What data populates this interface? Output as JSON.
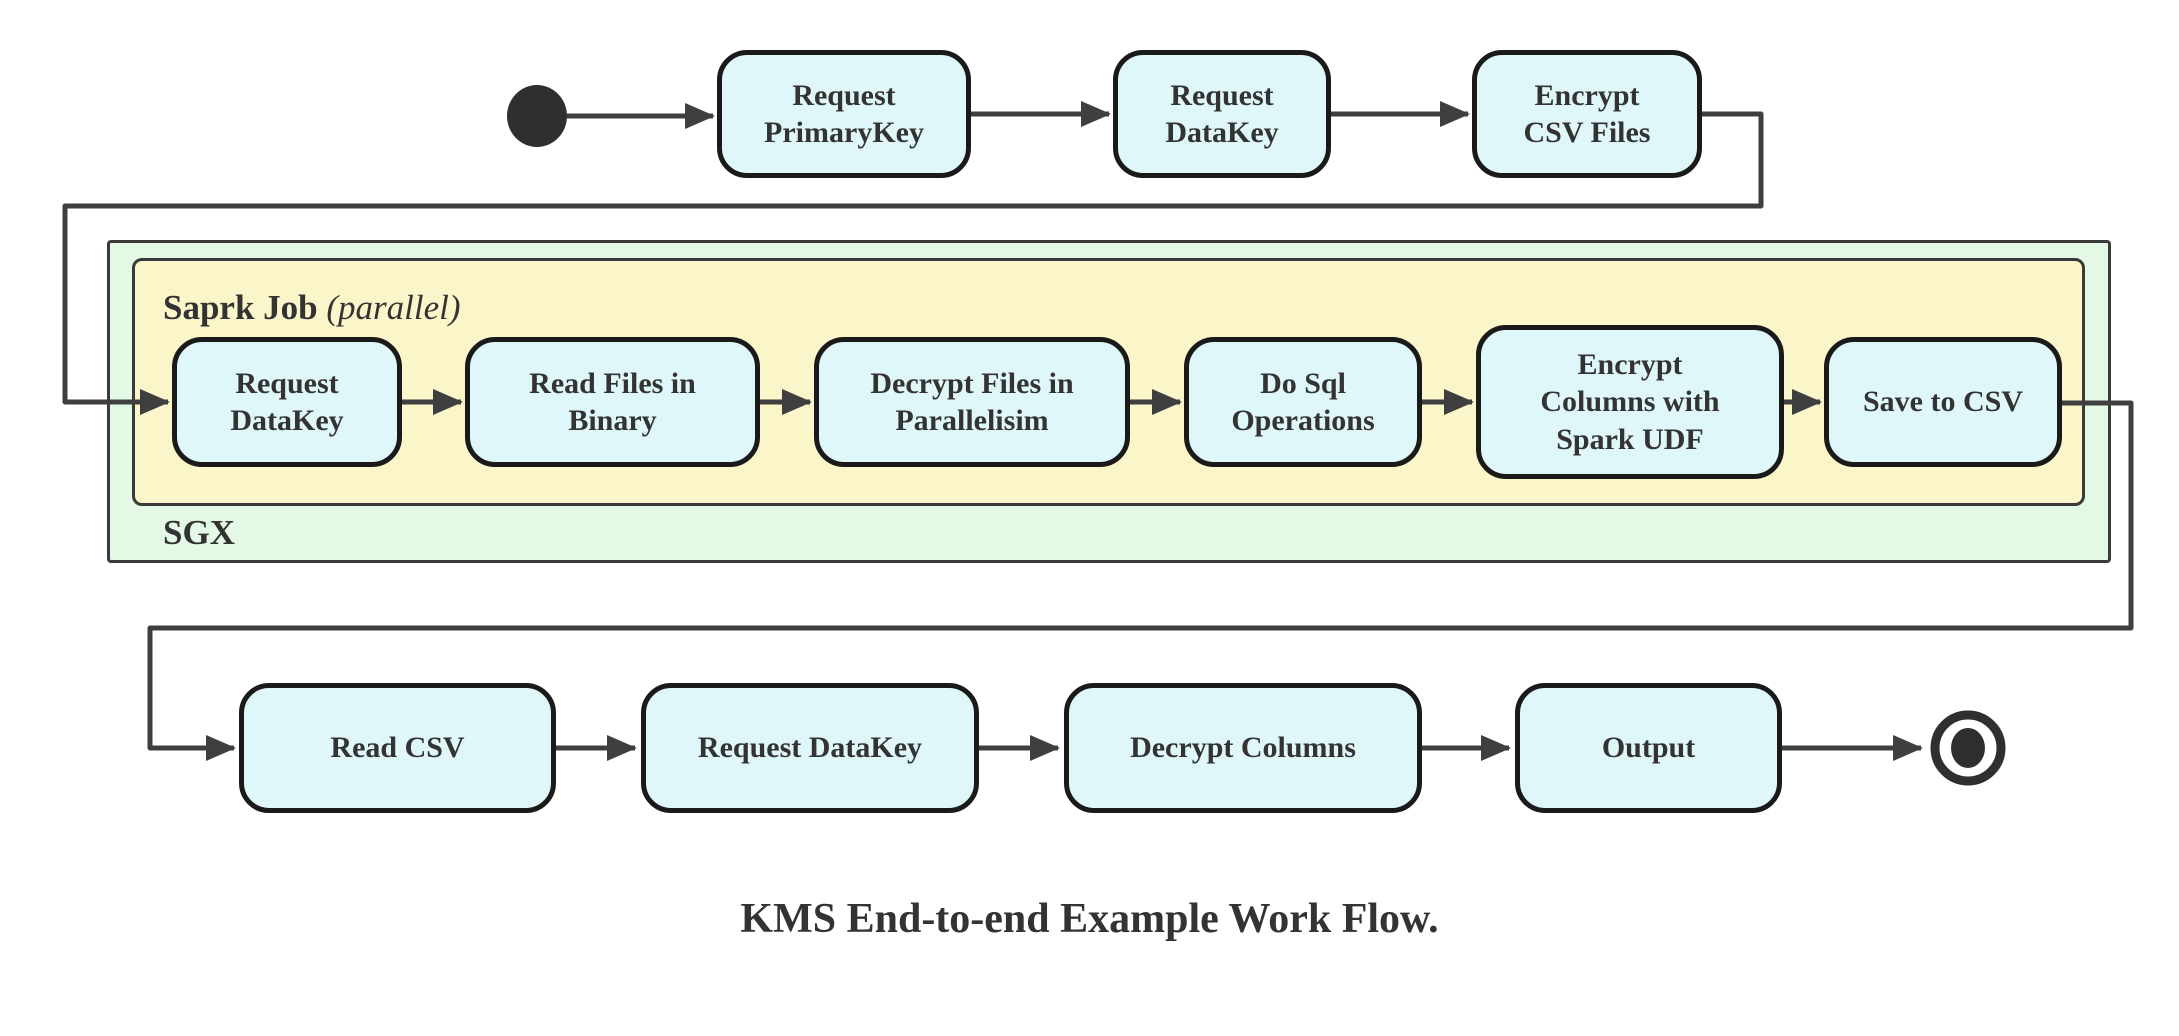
{
  "diagram": {
    "caption": "KMS End-to-end Example Work Flow.",
    "containers": {
      "spark_job": {
        "label": "Saprk Job",
        "qualifier": "(parallel)"
      },
      "sgx": {
        "label": "SGX"
      }
    },
    "nodes": {
      "top": [
        {
          "label": "Request\nPrimaryKey"
        },
        {
          "label": "Request\nDataKey"
        },
        {
          "label": "Encrypt\nCSV Files"
        }
      ],
      "sgx_row": [
        {
          "label": "Request\nDataKey"
        },
        {
          "label": "Read Files in\nBinary"
        },
        {
          "label": "Decrypt Files in\nParallelisim"
        },
        {
          "label": "Do Sql\nOperations"
        },
        {
          "label": "Encrypt\nColumns with\nSpark UDF"
        },
        {
          "label": "Save to CSV"
        }
      ],
      "bottom": [
        {
          "label": "Read CSV"
        },
        {
          "label": "Request DataKey"
        },
        {
          "label": "Decrypt Columns"
        },
        {
          "label": "Output"
        }
      ]
    },
    "markers": {
      "start_node": "start",
      "end_node": "end"
    },
    "colors": {
      "node_fill": "#e0f7fa",
      "node_border": "#1a1a1a",
      "spark_job_fill": "#fbf6c9",
      "sgx_fill": "#e4f8e6",
      "edge": "#3f3f3f",
      "text": "#333333"
    }
  }
}
